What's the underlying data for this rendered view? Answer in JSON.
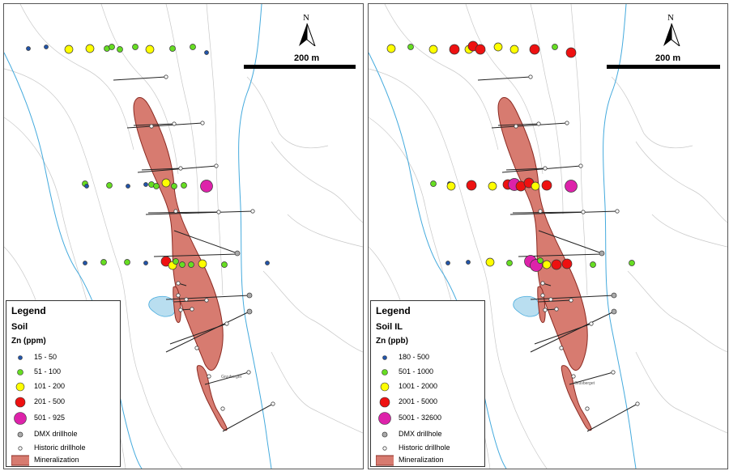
{
  "panels": [
    {
      "legend": {
        "title": "Legend",
        "layer": "Soil",
        "unit": "Zn (ppm)",
        "classes": [
          {
            "label": "15 - 50",
            "color": "#2255aa"
          },
          {
            "label": "51 - 100",
            "color": "#66dd22"
          },
          {
            "label": "101 - 200",
            "color": "#ffff00"
          },
          {
            "label": "201 - 500",
            "color": "#ee1111"
          },
          {
            "label": "501 - 925",
            "color": "#dd22aa"
          }
        ],
        "dmx": "DMX drillhole",
        "historic": "Historic drillhole",
        "mineralization": "Mineralization"
      },
      "north": "N",
      "scale": "200 m",
      "place": "Gruvberget"
    },
    {
      "legend": {
        "title": "Legend",
        "layer": "Soil IL",
        "unit": "Zn (ppb)",
        "classes": [
          {
            "label": "180 - 500",
            "color": "#2255aa"
          },
          {
            "label": "501 - 1000",
            "color": "#66dd22"
          },
          {
            "label": "1001 - 2000",
            "color": "#ffff00"
          },
          {
            "label": "2001 - 5000",
            "color": "#ee1111"
          },
          {
            "label": "5001 - 32600",
            "color": "#dd22aa"
          }
        ],
        "dmx": "DMX drillhole",
        "historic": "Historic drillhole",
        "mineralization": "Mineralization"
      },
      "north": "N",
      "scale": "200 m",
      "place": "Gruvberget"
    }
  ],
  "samples_left": [
    [
      30,
      55,
      1
    ],
    [
      52,
      53,
      1
    ],
    [
      80,
      56,
      3
    ],
    [
      106,
      55,
      3
    ],
    [
      127,
      55,
      2
    ],
    [
      133,
      53,
      2
    ],
    [
      143,
      56,
      2
    ],
    [
      162,
      53,
      2
    ],
    [
      180,
      56,
      3
    ],
    [
      208,
      55,
      2
    ],
    [
      233,
      53,
      2
    ],
    [
      250,
      60,
      1
    ],
    [
      100,
      222,
      2
    ],
    [
      102,
      225,
      1
    ],
    [
      130,
      224,
      2
    ],
    [
      153,
      225,
      1
    ],
    [
      175,
      223,
      1
    ],
    [
      182,
      223,
      2
    ],
    [
      188,
      225,
      2
    ],
    [
      200,
      221,
      3
    ],
    [
      210,
      225,
      2
    ],
    [
      222,
      224,
      2
    ],
    [
      250,
      225,
      5
    ],
    [
      100,
      320,
      1
    ],
    [
      123,
      319,
      2
    ],
    [
      152,
      319,
      2
    ],
    [
      175,
      320,
      1
    ],
    [
      200,
      318,
      4
    ],
    [
      208,
      323,
      3
    ],
    [
      212,
      318,
      2
    ],
    [
      220,
      322,
      2
    ],
    [
      231,
      322,
      2
    ],
    [
      245,
      321,
      3
    ],
    [
      272,
      322,
      2
    ],
    [
      325,
      320,
      1
    ]
  ],
  "samples_right": [
    [
      28,
      55,
      3
    ],
    [
      52,
      53,
      2
    ],
    [
      80,
      56,
      3
    ],
    [
      106,
      56,
      4
    ],
    [
      124,
      56,
      3
    ],
    [
      129,
      52,
      4
    ],
    [
      138,
      56,
      4
    ],
    [
      160,
      53,
      3
    ],
    [
      180,
      56,
      3
    ],
    [
      205,
      56,
      4
    ],
    [
      230,
      53,
      2
    ],
    [
      250,
      60,
      4
    ],
    [
      80,
      222,
      2
    ],
    [
      100,
      222,
      1
    ],
    [
      102,
      225,
      3
    ],
    [
      127,
      224,
      4
    ],
    [
      153,
      225,
      3
    ],
    [
      172,
      223,
      4
    ],
    [
      180,
      223,
      5
    ],
    [
      188,
      225,
      4
    ],
    [
      198,
      221,
      4
    ],
    [
      206,
      225,
      3
    ],
    [
      220,
      224,
      4
    ],
    [
      250,
      225,
      5
    ],
    [
      98,
      320,
      1
    ],
    [
      123,
      319,
      1
    ],
    [
      150,
      319,
      3
    ],
    [
      174,
      320,
      2
    ],
    [
      200,
      318,
      5
    ],
    [
      207,
      323,
      5
    ],
    [
      212,
      317,
      2
    ],
    [
      220,
      322,
      3
    ],
    [
      232,
      322,
      4
    ],
    [
      245,
      321,
      4
    ],
    [
      277,
      322,
      2
    ],
    [
      325,
      320,
      2
    ]
  ]
}
